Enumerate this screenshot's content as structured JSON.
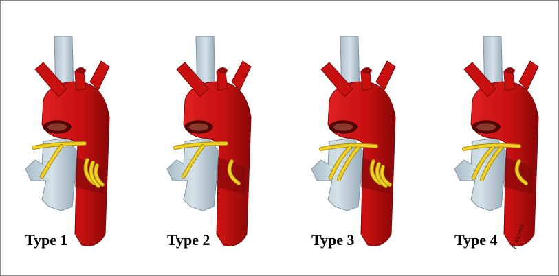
{
  "figure": {
    "panels": [
      {
        "label": "Type 1"
      },
      {
        "label": "Type 2"
      },
      {
        "label": "Type 3"
      },
      {
        "label": "Type 4"
      }
    ],
    "signature": "F. Vicenti"
  },
  "colors": {
    "aorta": "#c81010",
    "aorta_dark": "#8e0a0a",
    "vena": "#b9c9d4",
    "vena_dark": "#8fa3b1",
    "nerve": "#f0d020",
    "nerve_edge": "#a38a10"
  }
}
